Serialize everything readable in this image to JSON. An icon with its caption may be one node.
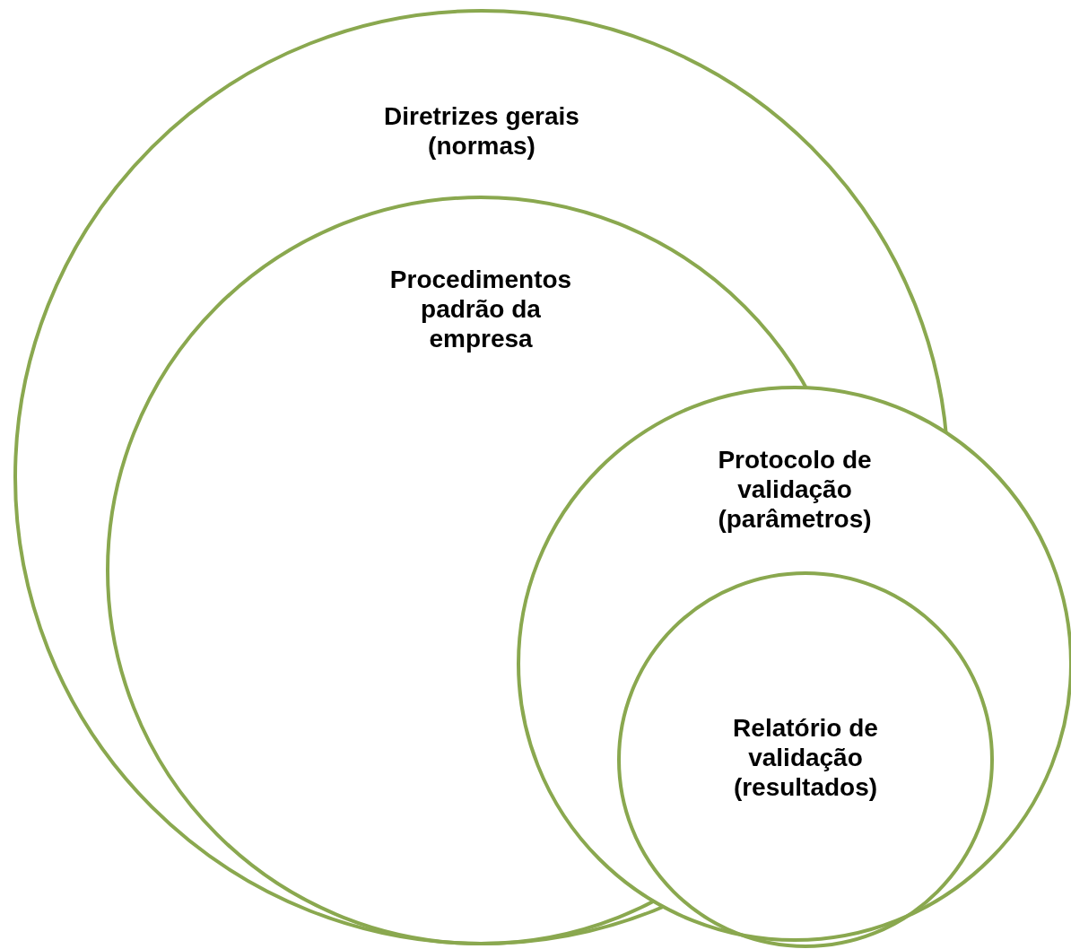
{
  "diagram": {
    "nodes": [
      {
        "text": [
          "Diretrizes gerais (normas)"
        ]
      },
      {
        "text": [
          "Procedimentos padrão da empresa"
        ],
        "in": 0
      },
      {
        "text": [
          "Protocolo de validação (parâmetros)"
        ]
      },
      {
        "text": [
          "Relatório de validação (resultados)"
        ],
        "in": 2
      }
    ]
  }
}
